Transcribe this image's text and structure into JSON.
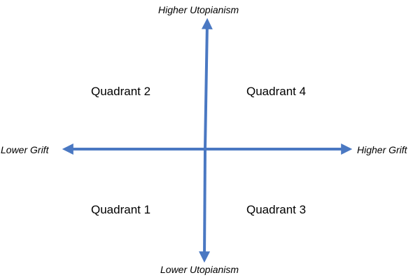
{
  "axes": {
    "top_label": "Higher Utopianism",
    "bottom_label": "Lower Utopianism",
    "left_label": "Lower Grift",
    "right_label": "Higher Grift"
  },
  "quadrants": {
    "q1": "Quadrant 1",
    "q2": "Quadrant 2",
    "q3": "Quadrant 3",
    "q4": "Quadrant 4"
  },
  "colors": {
    "arrow": "#4a78c2",
    "text": "#000000",
    "background": "#ffffff"
  }
}
